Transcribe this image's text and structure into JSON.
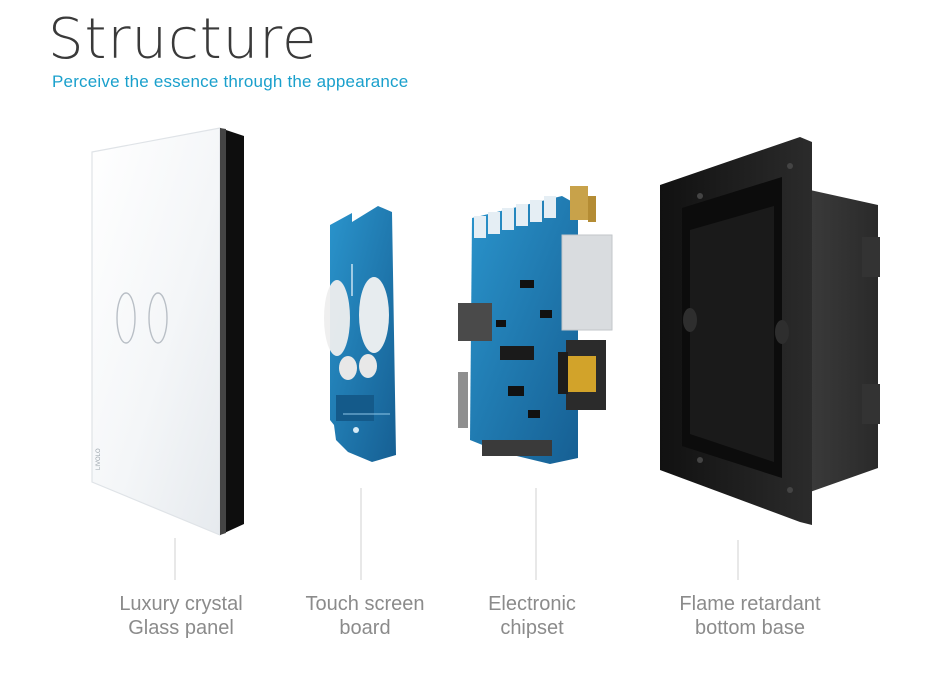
{
  "header": {
    "title": "Structure",
    "subtitle": "Perceive the essence  through the appearance"
  },
  "glass_panel": {
    "brand_mark": "LIVOLO"
  },
  "components": [
    {
      "id": "glass-panel",
      "line1": "Luxury crystal",
      "line2": "Glass panel"
    },
    {
      "id": "touch-board",
      "line1": "Touch screen",
      "line2": "board"
    },
    {
      "id": "chipset",
      "line1": "Electronic",
      "line2": "chipset"
    },
    {
      "id": "bottom-base",
      "line1": "Flame retardant",
      "line2": "bottom base"
    }
  ],
  "colors": {
    "accent": "#1aa0cc",
    "title": "#3a3a3a",
    "caption": "#8b8b8b",
    "pcb": "#1f7fb8",
    "base": "#1e1e1e"
  }
}
